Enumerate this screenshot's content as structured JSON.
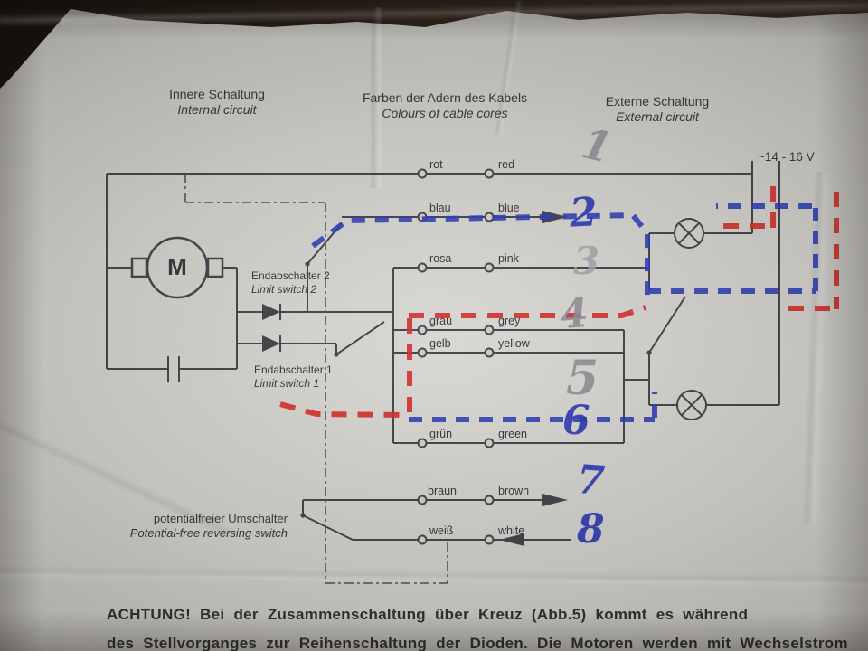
{
  "photo": {
    "paper_color": "#cbc9c4",
    "ink_color": "#3b3b41",
    "pen_blue": "#2433ad",
    "marker_red": "#cf2420",
    "pencil_gray": "#87878f"
  },
  "headers": {
    "internal": {
      "de": "Innere Schaltung",
      "en": "Internal circuit"
    },
    "colors": {
      "de": "Farben der Adern des Kabels",
      "en": "Colours of cable cores"
    },
    "external": {
      "de": "Externe Schaltung",
      "en": "External circuit"
    },
    "voltage": "~14 - 16 V"
  },
  "component_labels": {
    "motor": "M",
    "limit_switch_2": {
      "de": "Endabschalter 2",
      "en": "Limit switch 2"
    },
    "limit_switch_1": {
      "de": "Endabschalter 1",
      "en": "Limit switch 1"
    },
    "reversing_switch": {
      "de": "potentialfreier Umschalter",
      "en": "Potential-free reversing switch"
    }
  },
  "wires": [
    {
      "de": "rot",
      "en": "red",
      "note": "1"
    },
    {
      "de": "blau",
      "en": "blue",
      "note": "2"
    },
    {
      "de": "rosa",
      "en": "pink",
      "note": "3"
    },
    {
      "de": "grau",
      "en": "grey",
      "note": "4"
    },
    {
      "de": "gelb",
      "en": "yellow",
      "note": "5"
    },
    {
      "de": "grün",
      "en": "green",
      "note": "6"
    },
    {
      "de": "braun",
      "en": "brown",
      "note": "7"
    },
    {
      "de": "weiß",
      "en": "white",
      "note": "8"
    }
  ],
  "footer": {
    "line1_bold": "ACHTUNG!",
    "line1": " Bei der Zusammenschaltung über Kreuz (Abb.5) kommt es während",
    "line2": "des Stellvorganges zur Reihenschaltung der Dioden. Die Motoren werden mit Wechselstrom"
  }
}
